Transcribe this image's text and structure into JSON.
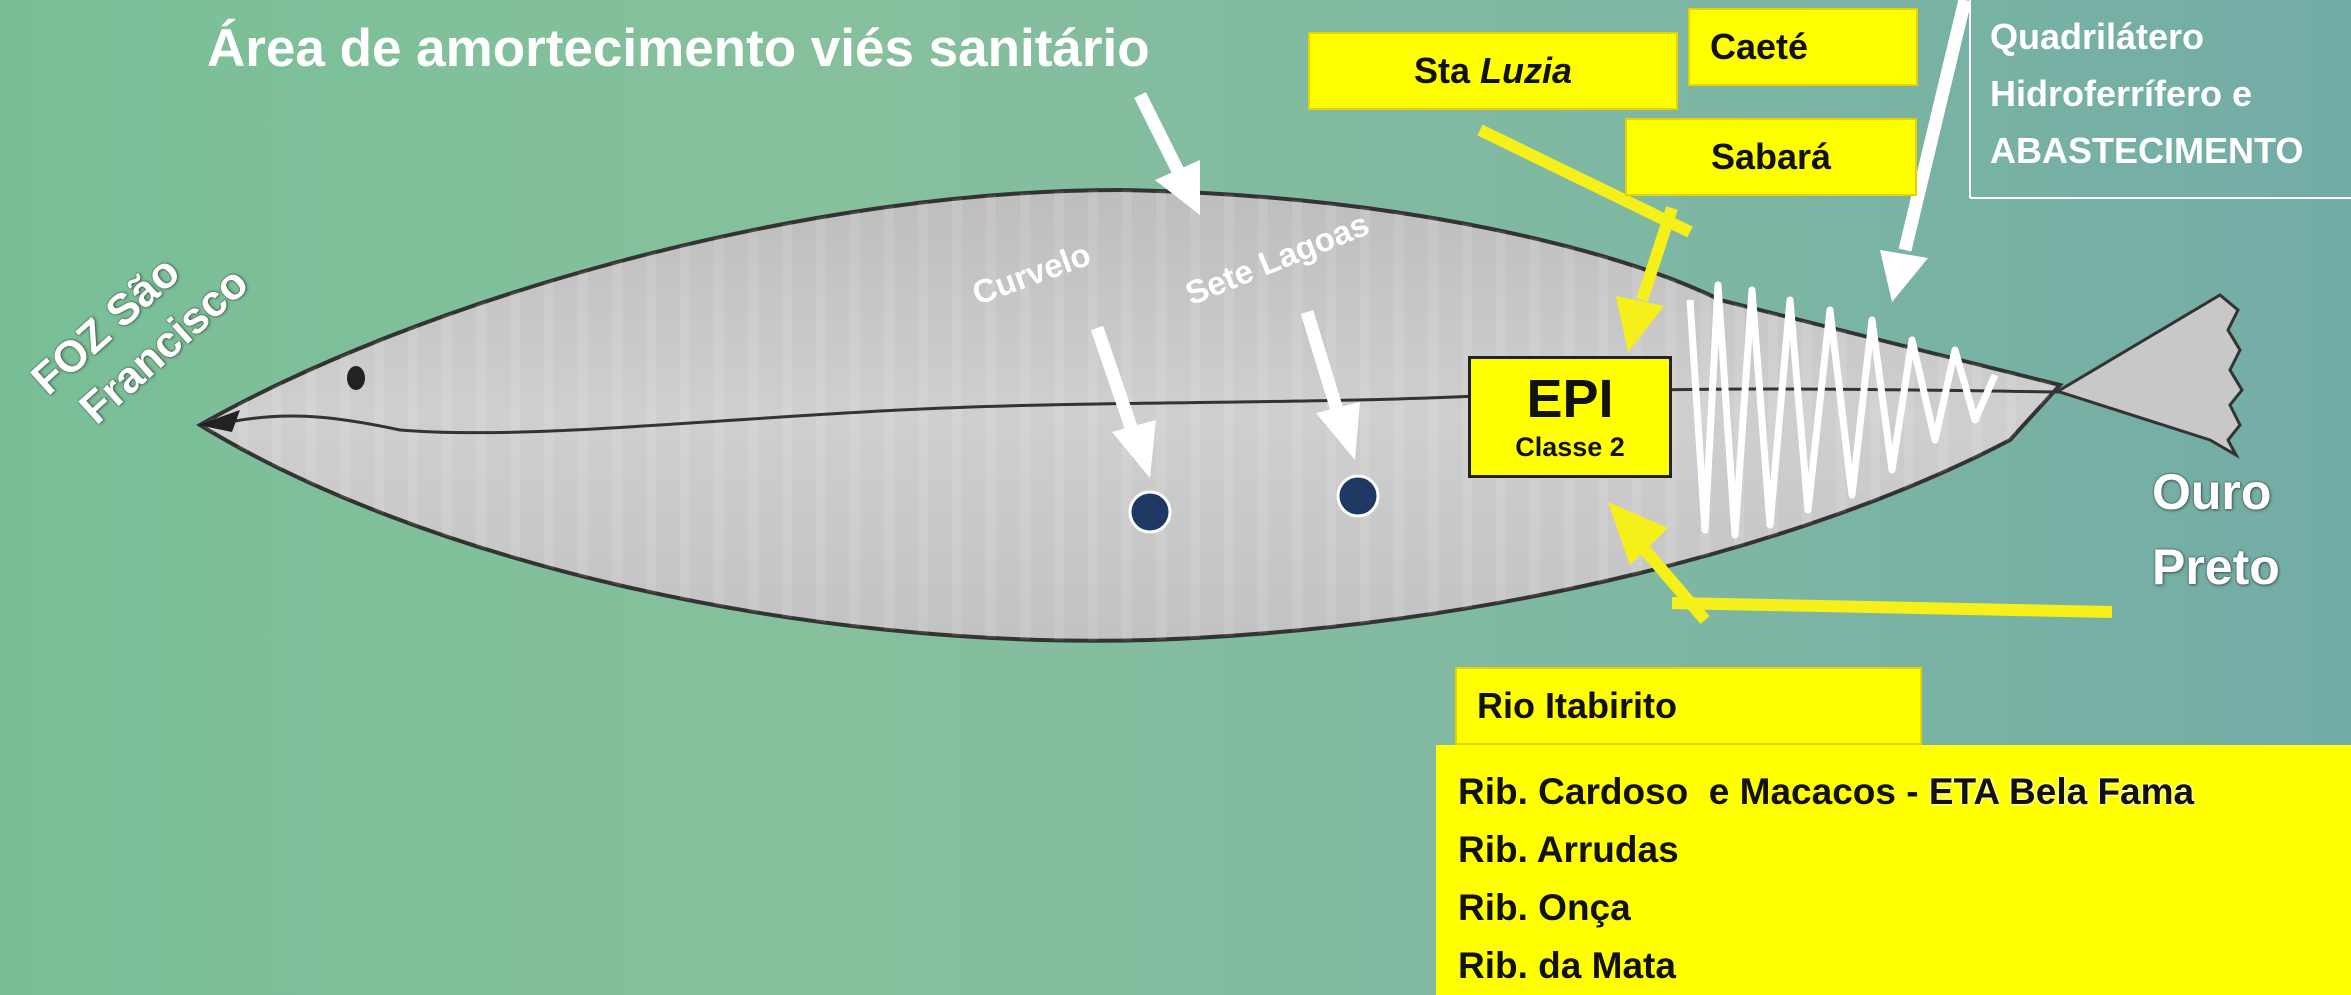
{
  "title": "Área de amortecimento viés sanitário",
  "mouth": [
    "FOZ São",
    "Francisco"
  ],
  "cities": {
    "curvelo": "Curvelo",
    "sete_lagoas": "Sete Lagoas",
    "ouro_preto": [
      "Ouro",
      "Preto"
    ]
  },
  "boxes": {
    "sta_luzia_prefix": "Sta ",
    "sta_luzia_italic": "Luzia",
    "caete": "Caeté",
    "sabara": "Sabará",
    "epi_main": "EPI",
    "epi_class": "Classe 2",
    "rio_itabirito": "Rio Itabirito"
  },
  "quadrilatero": [
    "Quadrilátero",
    "Hidroferrífero  e",
    "ABASTECIMENTO"
  ],
  "ribeiroes": {
    "cardoso_prefix": "Rib. Cardoso  e Macacos - ",
    "cardoso_highlight": "ETA Bela Fama",
    "items": [
      "Rib. Arrudas",
      "Rib. Onça",
      "Rib. da Mata"
    ]
  },
  "colors": {
    "yellow_box": "#ffff00",
    "yellow_arrow": "#f5f01a",
    "white_arrow": "#ffffff",
    "fish_body": "#c5c5c5",
    "dot": "#1e3a63"
  }
}
